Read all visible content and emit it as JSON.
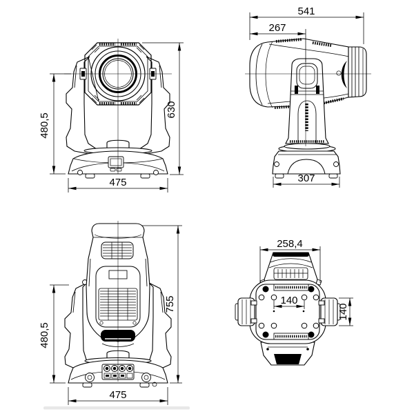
{
  "drawing_title": "moving-head-light-dimension-drawing",
  "colors": {
    "background": "#ffffff",
    "line": "#000000"
  },
  "views": {
    "front": {
      "dim_axis_height": "480,5",
      "dim_total_height": "630",
      "dim_base_width": "475"
    },
    "side": {
      "dim_total_depth": "541",
      "dim_axis_depth": "267",
      "dim_base_depth": "307"
    },
    "rear": {
      "dim_axis_height": "480,5",
      "dim_total_height": "755",
      "dim_base_width": "475"
    },
    "bottom": {
      "dim_head_width": "258,4",
      "dim_hole_spacing_h": "140",
      "dim_hole_spacing_v": "140"
    }
  }
}
